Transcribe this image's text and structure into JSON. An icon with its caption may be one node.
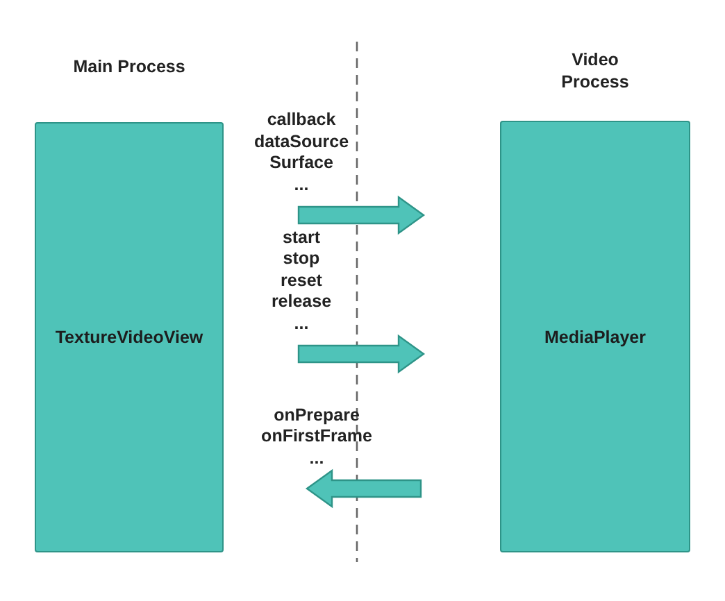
{
  "diagram": {
    "nodes": [
      {
        "text": [
          "Main Process",
          "TextureVideoView"
        ]
      },
      {
        "text": [
          "Video Process",
          "MediaPlayer"
        ]
      }
    ],
    "edges": [
      {
        "from": 0,
        "to": 1,
        "arrow": "to",
        "label": "callback dataSource Surface ..."
      },
      {
        "from": 0,
        "to": 1,
        "arrow": "to",
        "label": "start stop reset release ..."
      },
      {
        "from": 1,
        "to": 0,
        "arrow": "to",
        "label": "onPrepare onFirstFrame ..."
      }
    ]
  }
}
